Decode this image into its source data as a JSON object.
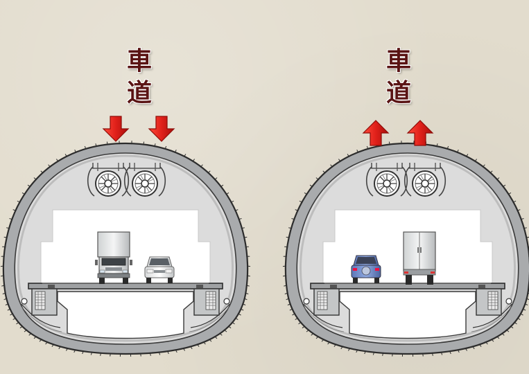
{
  "panels": [
    {
      "id": "left",
      "label_line1": "車",
      "label_line2": "道",
      "airflow": "down",
      "arrow_color": "#e0201a"
    },
    {
      "id": "right",
      "label_line1": "車",
      "label_line2": "道",
      "airflow": "up",
      "arrow_color": "#e0201a"
    }
  ],
  "colors": {
    "background": "#e2dccd",
    "tunnel_lining": "#a9abad",
    "road_space": "#ffffff",
    "label_text": "#5a1414"
  }
}
